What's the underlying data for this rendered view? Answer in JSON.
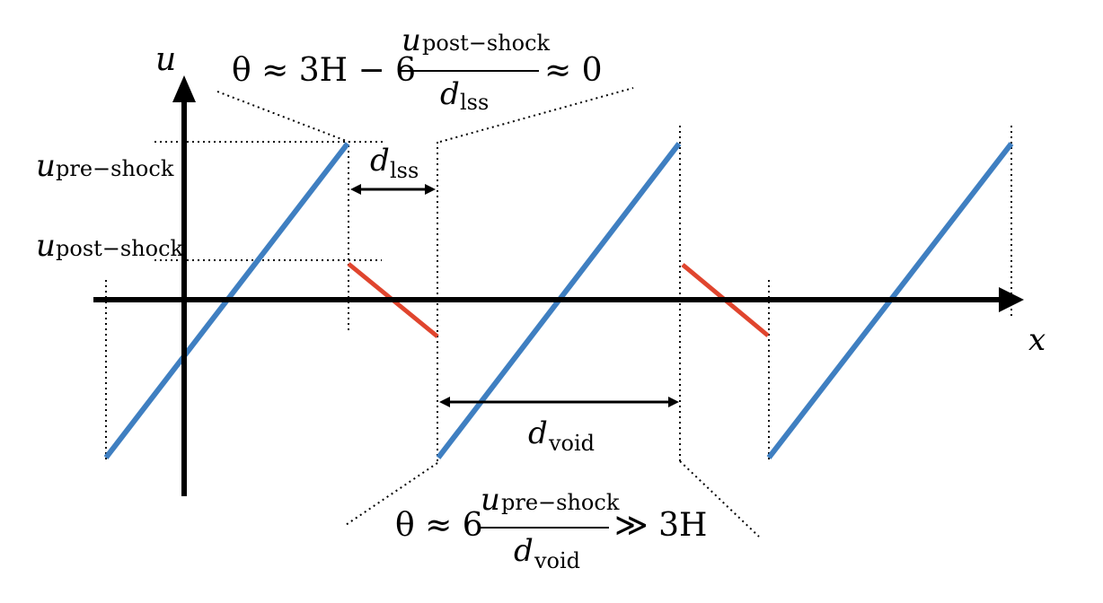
{
  "axes": {
    "y_label": "u",
    "x_label": "x"
  },
  "levels": {
    "pre_shock": {
      "sym": "u",
      "sub": "pre−shock"
    },
    "post_shock": {
      "sym": "u",
      "sub": "post−shock"
    }
  },
  "distances": {
    "lss": {
      "sym": "d",
      "sub": "lss"
    },
    "void": {
      "sym": "d",
      "sub": "void"
    }
  },
  "equations": {
    "top": {
      "lhs": "θ ≈ 3H − 6",
      "num_sym": "u",
      "num_sub": "post−shock",
      "den_sym": "d",
      "den_sub": "lss",
      "rhs": "≈ 0"
    },
    "bottom": {
      "lhs": "θ ≈ 6",
      "num_sym": "u",
      "num_sub": "pre−shock",
      "den_sym": "d",
      "den_sub": "void",
      "rhs": "≫ 3H"
    }
  },
  "colors": {
    "velocity_ramp": "#3f7fc1",
    "shock_segment": "#e0452e",
    "axes": "#000000"
  }
}
